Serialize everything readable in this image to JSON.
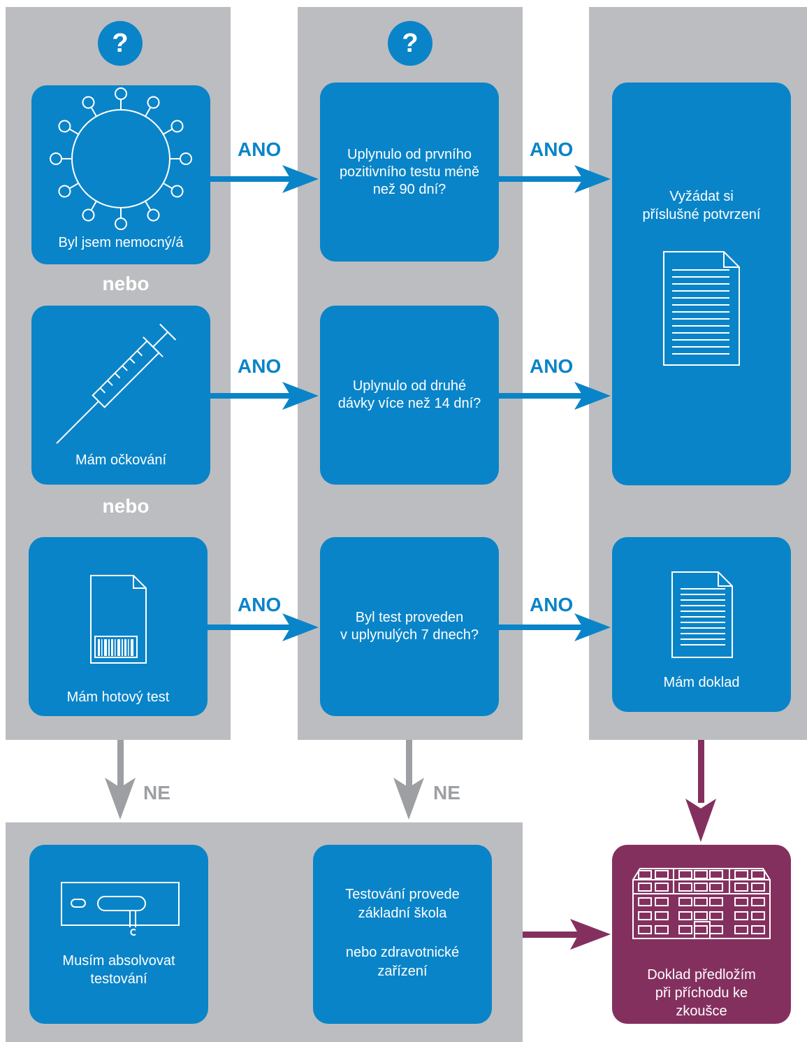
{
  "colors": {
    "blue": "#0a84c8",
    "purple": "#84305f",
    "gray_panel": "#bcbdc0",
    "gray_arrow": "#9d9fa2"
  },
  "question_mark": "?",
  "yes_label": "ANO",
  "no_label": "NE",
  "or_label": "nebo",
  "left_column": {
    "sick": {
      "label": "Byl jsem nemocný/á",
      "icon": "virus-icon"
    },
    "vaccinated": {
      "label": "Mám očkování",
      "icon": "syringe-icon"
    },
    "tested": {
      "label": "Mám hotový test",
      "icon": "test-document-icon"
    }
  },
  "middle_column": {
    "q_sick": [
      "Uplynulo od prvního",
      "pozitivního testu méně",
      "než 90 dní?"
    ],
    "q_vaccine": [
      "Uplynulo od druhé",
      "dávky více než 14 dní?"
    ],
    "q_test": [
      "Byl test proveden",
      "v uplynulých 7 dnech?"
    ]
  },
  "right_column": {
    "request_confirmation": [
      "Vyžádat si",
      "příslušné potvrzení"
    ],
    "have_document": "Mám doklad"
  },
  "bottom_row": {
    "must_test": [
      "Musím absolvovat",
      "testování"
    ],
    "testing_by": [
      "Testování provede",
      "základní škola",
      "",
      "nebo zdravotnické",
      "zařízení"
    ],
    "present_document": [
      "Doklad předložím",
      "při příchodu ke",
      "zkoušce"
    ]
  }
}
